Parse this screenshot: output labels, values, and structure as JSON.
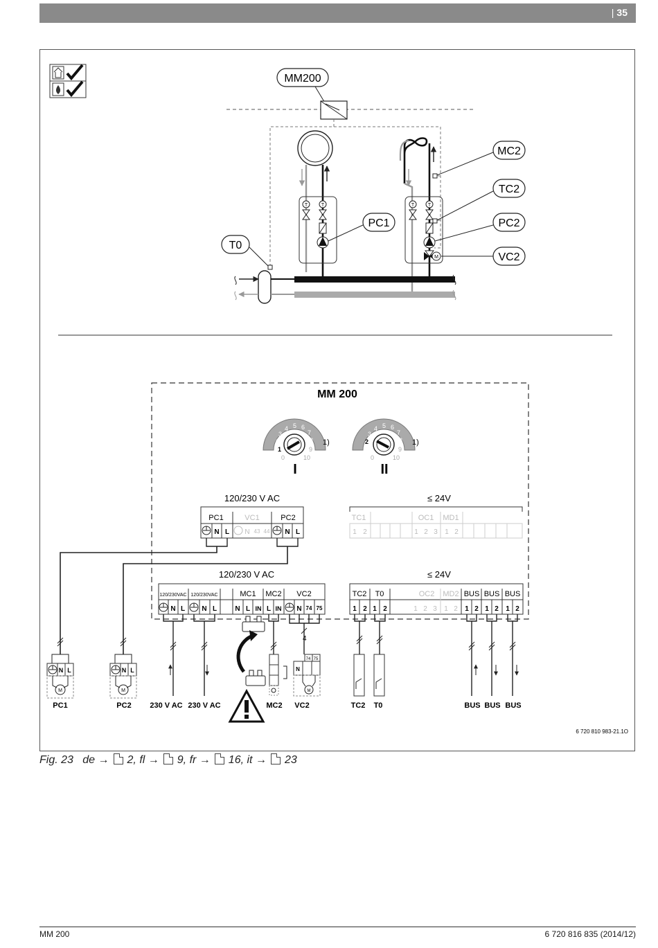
{
  "header": {
    "page_number": "35"
  },
  "hydraulic": {
    "module": "MM200",
    "labels": {
      "mc2": "MC2",
      "tc2": "TC2",
      "pc2": "PC2",
      "vc2": "VC2",
      "pc1": "PC1",
      "t0": "T0"
    },
    "sensor_t": "T",
    "motor_m": "M"
  },
  "wiring": {
    "module_title": "MM 200",
    "switch_one": "I",
    "switch_two": "II",
    "footnote_mark": "1)",
    "dial_numbers": [
      "0",
      "1",
      "2",
      "3",
      "4",
      "5",
      "6",
      "7",
      "8",
      "9",
      "10"
    ],
    "upper_ac_title": "120/230 V AC",
    "upper_dc_title": "≤ 24V",
    "lower_ac_title": "120/230 V AC",
    "lower_dc_title": "≤ 24V",
    "upper_ac_groups": [
      "PC1",
      "VC1",
      "PC2"
    ],
    "upper_dc_groups": [
      "TC1",
      "OC1",
      "MD1"
    ],
    "lower_ac_groups": [
      "120/230VAC",
      "120/230VAC",
      "MC1",
      "MC2",
      "VC2"
    ],
    "lower_dc_groups": [
      "TC2",
      "T0",
      "OC2",
      "MD2",
      "BUS",
      "BUS",
      "BUS"
    ],
    "terminal_n": "N",
    "terminal_l": "L",
    "terminal_in": "IN",
    "terminal_43": "43",
    "terminal_44": "44",
    "terminal_74": "74",
    "terminal_75": "75",
    "terminal_1": "1",
    "terminal_2": "2",
    "terminal_3": "3",
    "conductor_count": "4",
    "bottom_labels": [
      "PC1",
      "PC2",
      "230 V AC",
      "230 V AC",
      "MC2",
      "VC2",
      "TC2",
      "T0",
      "BUS",
      "BUS",
      "BUS"
    ],
    "doc_number": "6 720 810 983-21.1O"
  },
  "caption": {
    "fig": "Fig. 23",
    "de": "de",
    "de_page": "2,",
    "fl": "fl",
    "fl_page": "9,",
    "fr": "fr",
    "fr_page": "16,",
    "it": "it",
    "it_page": "23"
  },
  "footer": {
    "left": "MM 200",
    "right": "6 720 816 835 (2014/12)"
  }
}
